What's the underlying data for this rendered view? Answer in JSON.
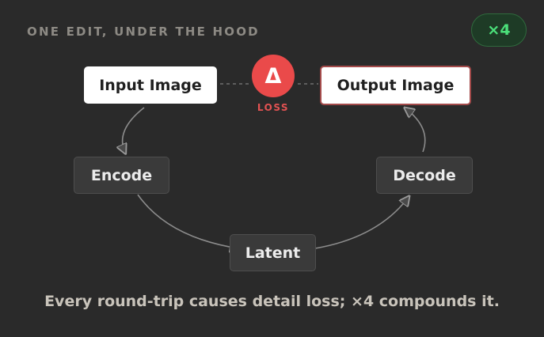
{
  "header": {
    "title": "ONE EDIT, UNDER THE HOOD",
    "multiplier_badge": "×4"
  },
  "diagram": {
    "nodes": {
      "input_image": "Input Image",
      "output_image": "Output Image",
      "encode": "Encode",
      "latent": "Latent",
      "decode": "Decode"
    },
    "loss": {
      "symbol": "Δ",
      "label": "LOSS"
    }
  },
  "caption": "Every round-trip causes detail loss; ×4 compounds it.",
  "colors": {
    "background": "#2a2a2a",
    "loss_red": "#ea4a4a",
    "badge_green": "#4be07a",
    "connector_gray": "#8c8c8c"
  }
}
